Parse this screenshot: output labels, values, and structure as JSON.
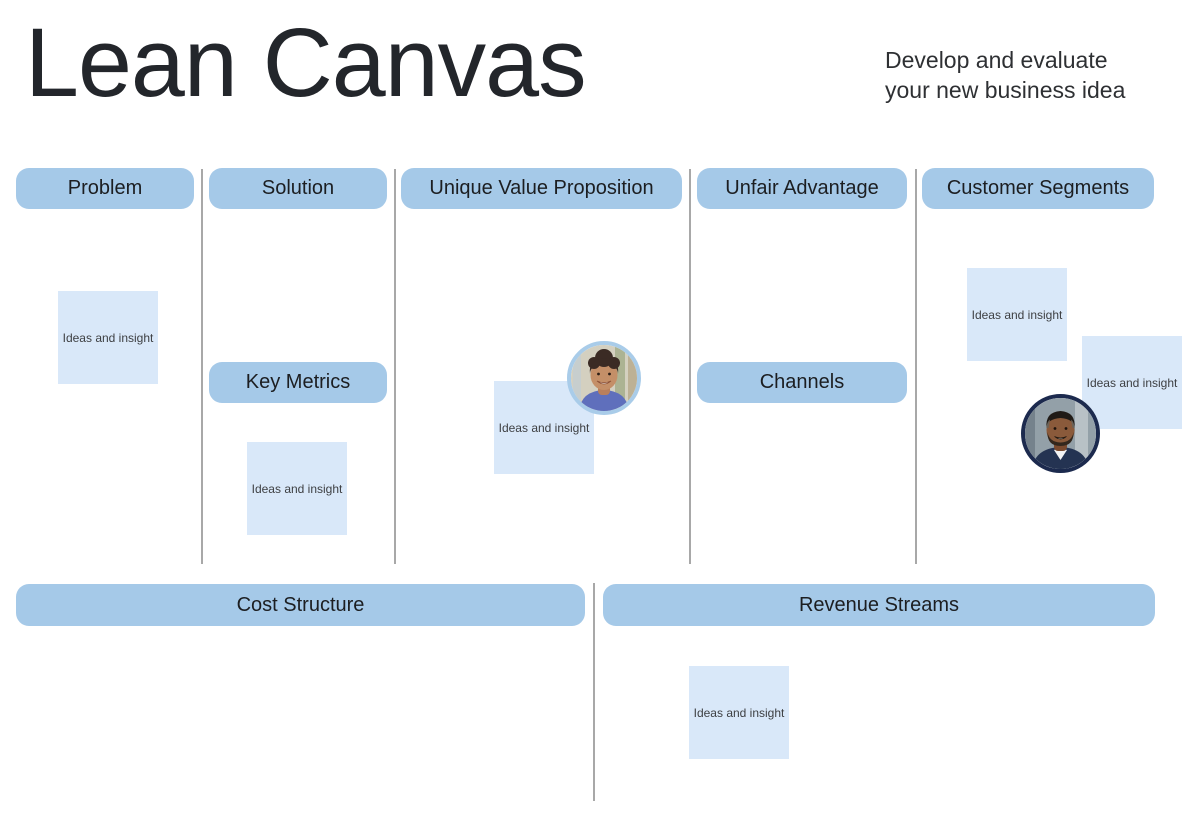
{
  "page": {
    "title": "Lean Canvas",
    "subtitle_lines": [
      "Develop and evaluate",
      "your new business idea"
    ]
  },
  "sections": {
    "problem": "Problem",
    "solution": "Solution",
    "unique_value_proposition": "Unique Value Proposition",
    "unfair_advantage": "Unfair Advantage",
    "customer_segments": "Customer Segments",
    "key_metrics": "Key Metrics",
    "channels": "Channels",
    "cost_structure": "Cost Structure",
    "revenue_streams": "Revenue Streams"
  },
  "stickies": [
    {
      "section": "problem",
      "label": "Ideas and insight"
    },
    {
      "section": "key_metrics",
      "label": "Ideas and insight"
    },
    {
      "section": "unique_value_proposition",
      "label": "Ideas and insight"
    },
    {
      "section": "customer_segments",
      "label": "Ideas and insight"
    },
    {
      "section": "customer_segments",
      "label": "Ideas and insight"
    },
    {
      "section": "revenue_streams",
      "label": "Ideas and insight"
    }
  ],
  "avatars": [
    {
      "id": "avatar-woman",
      "ring_color": "#a9cce9"
    },
    {
      "id": "avatar-man",
      "ring_color": "#1c2a4e"
    }
  ],
  "colors": {
    "header_pill": "#a5c9e8",
    "sticky_note": "#d9e8f9",
    "divider": "#a8a8a8",
    "title_text": "#23262b"
  }
}
